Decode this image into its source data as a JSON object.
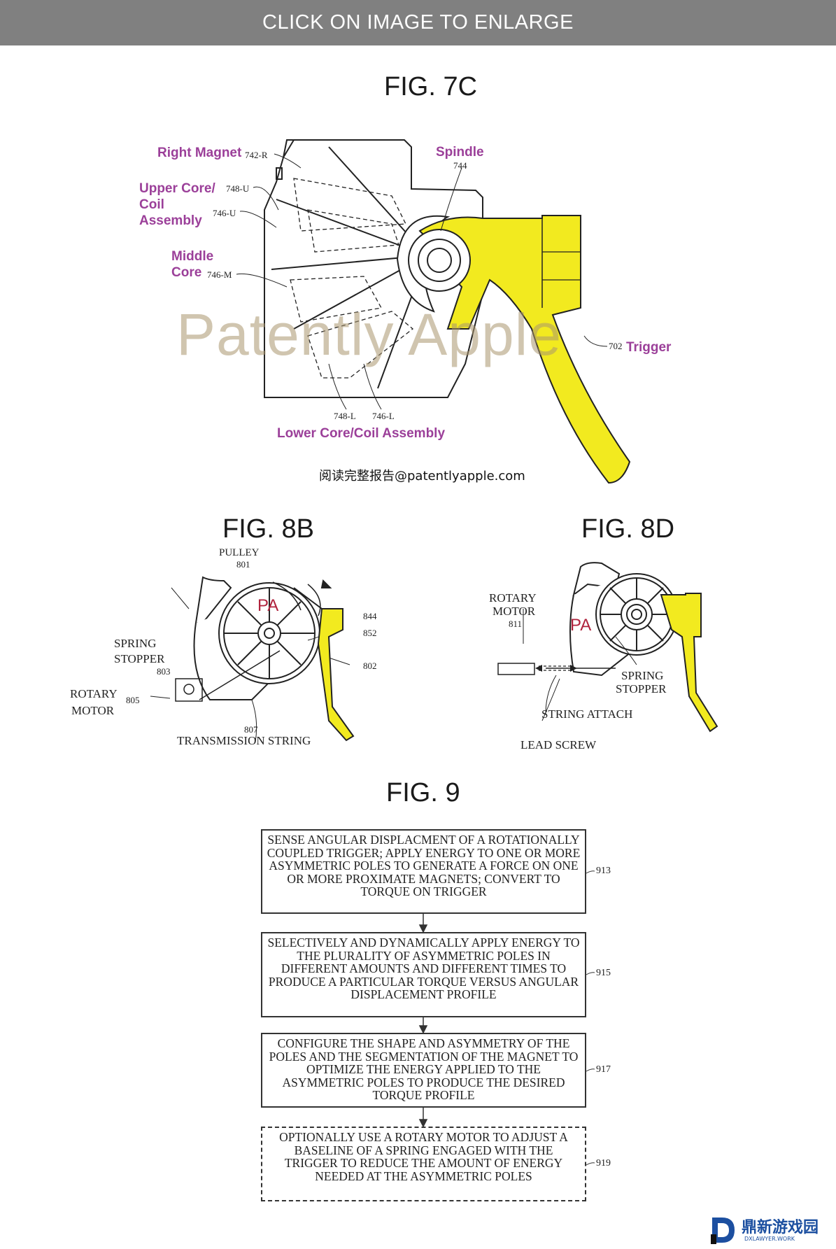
{
  "banner": {
    "text": "CLICK ON IMAGE TO ENLARGE"
  },
  "fig7c": {
    "title": "FIG. 7C",
    "callouts": {
      "right_magnet": "Right Magnet",
      "upper_core": "Upper Core/",
      "coil": "Coil",
      "assembly": "Assembly",
      "middle": "Middle",
      "core": "Core",
      "spindle": "Spindle",
      "trigger": "Trigger",
      "lower_core": "Lower Core/Coil Assembly"
    },
    "refs": {
      "r742": "742-R",
      "r748u": "748-U",
      "r746u": "746-U",
      "r746m": "746-M",
      "r744": "744",
      "r702": "702",
      "r748l": "748-L",
      "r746l": "746-L"
    },
    "watermark": "Patently Apple",
    "email": "阅读完整报告@patentlyapple.com",
    "colors": {
      "trigger": "#f2ea1f",
      "callout": "#9b3f99"
    }
  },
  "fig8b": {
    "title": "FIG. 8B",
    "pulley": "PULLEY",
    "r801": "801",
    "pa": "PA",
    "r844": "844",
    "r852": "852",
    "r802": "802",
    "spring": "SPRING",
    "stopper": "STOPPER",
    "r803": "803",
    "rotary": "ROTARY",
    "motor": "MOTOR",
    "r805": "805",
    "r807": "807",
    "transmission": "TRANSMISSION STRING"
  },
  "fig8d": {
    "title": "FIG. 8D",
    "rotary": "ROTARY",
    "motor": "MOTOR",
    "r811": "811",
    "pa": "PA",
    "spring": "SPRING",
    "stopper": "STOPPER",
    "string_attach": "STRING ATTACH",
    "lead_screw": "LEAD SCREW"
  },
  "fig9": {
    "title": "FIG. 9",
    "steps": [
      {
        "ref": "913",
        "text": "SENSE ANGULAR DISPLACMENT OF A ROTATIONALLY COUPLED TRIGGER; APPLY ENERGY TO ONE OR MORE ASYMMETRIC POLES TO GENERATE A FORCE ON ONE OR MORE PROXIMATE MAGNETS; CONVERT TO TORQUE ON TRIGGER",
        "optional": false
      },
      {
        "ref": "915",
        "text": "SELECTIVELY AND DYNAMICALLY APPLY ENERGY TO THE PLURALITY OF ASYMMETRIC POLES IN DIFFERENT AMOUNTS AND DIFFERENT TIMES TO PRODUCE A PARTICULAR TORQUE VERSUS ANGULAR DISPLACEMENT PROFILE",
        "optional": false
      },
      {
        "ref": "917",
        "text": "CONFIGURE THE SHAPE AND ASYMMETRY OF THE POLES AND THE SEGMENTATION OF THE MAGNET TO OPTIMIZE THE ENERGY APPLIED TO THE ASYMMETRIC POLES TO PRODUCE THE DESIRED TORQUE PROFILE",
        "optional": false
      },
      {
        "ref": "919",
        "text": "OPTIONALLY USE A ROTARY MOTOR TO ADJUST A BASELINE OF A SPRING ENGAGED WITH THE TRIGGER TO REDUCE THE AMOUNT OF ENERGY NEEDED AT THE ASYMMETRIC POLES",
        "optional": true
      }
    ]
  },
  "logo": {
    "text": "鼎新游戏园",
    "sub": "DXLAWYER.WORK",
    "color": "#1c4fa0"
  }
}
